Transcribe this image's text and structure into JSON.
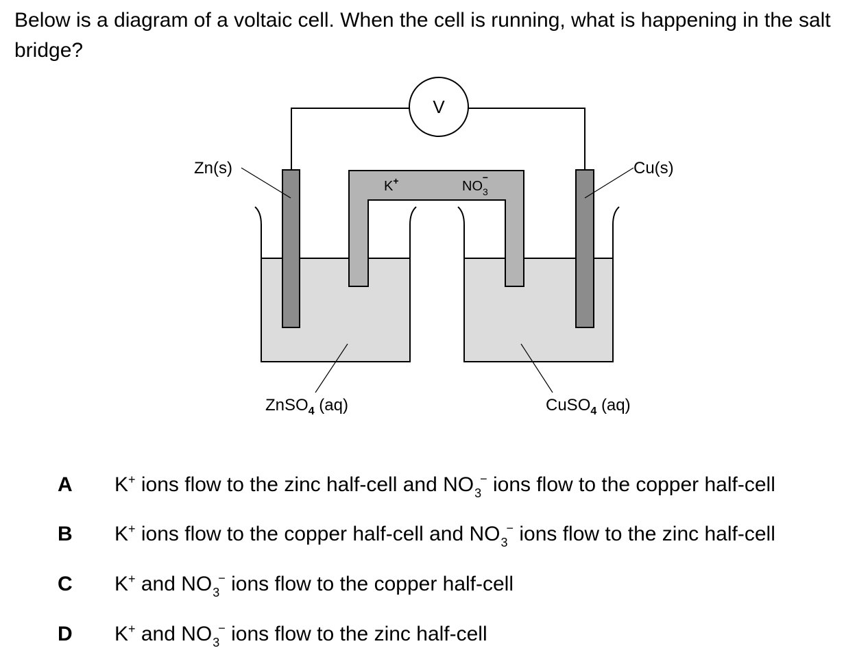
{
  "question": {
    "text": "Below is a diagram of a voltaic cell. When the cell is running, what is happening in the salt bridge?"
  },
  "diagram": {
    "voltmeter_label": "V",
    "left_electrode_label": "Zn(s)",
    "right_electrode_label": "Cu(s)",
    "bridge_cation": {
      "base": "K",
      "charge": "+"
    },
    "bridge_anion": {
      "base": "NO",
      "subscript": "3",
      "charge": "−"
    },
    "left_solution": {
      "base": "ZnSO",
      "subscript": "4",
      "state": "(aq)"
    },
    "right_solution": {
      "base": "CuSO",
      "subscript": "4",
      "state": "(aq)"
    },
    "colors": {
      "electrode": "#8c8c8c",
      "salt_bridge": "#b4b4b4",
      "solution": "#dcdcdc",
      "line": "#000000"
    }
  },
  "options": [
    {
      "letter": "A",
      "k": "K",
      "k_charge": "+",
      "part1": " ions flow to the zinc half-cell and ",
      "no": "NO",
      "no_sub": "3",
      "no_charge": "−",
      "part2": " ions flow to the copper half-cell"
    },
    {
      "letter": "B",
      "k": "K",
      "k_charge": "+",
      "part1": " ions flow to the copper half-cell and ",
      "no": "NO",
      "no_sub": "3",
      "no_charge": "−",
      "part2": " ions flow to the zinc half-cell"
    },
    {
      "letter": "C",
      "k": "K",
      "k_charge": "+",
      "part1": " and ",
      "no": "NO",
      "no_sub": "3",
      "no_charge": "−",
      "part2": " ions flow to the copper half-cell"
    },
    {
      "letter": "D",
      "k": "K",
      "k_charge": "+",
      "part1": " and ",
      "no": "NO",
      "no_sub": "3",
      "no_charge": "−",
      "part2": " ions flow to the zinc half-cell"
    }
  ]
}
